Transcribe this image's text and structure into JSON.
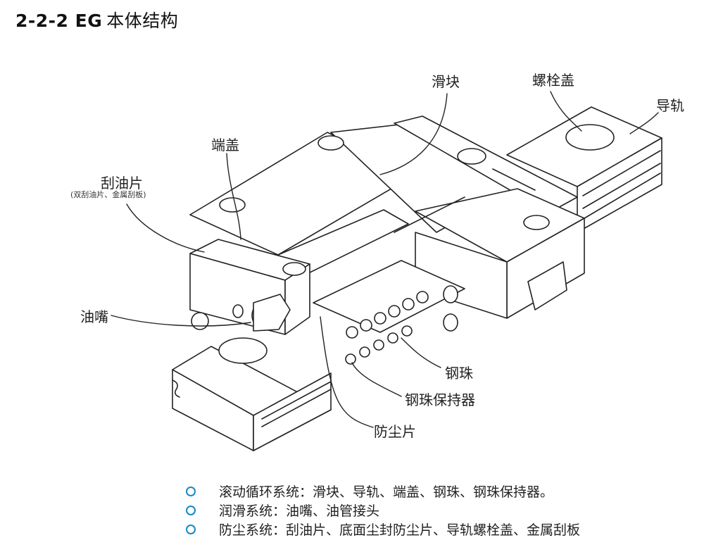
{
  "title": {
    "number": "2-2-2 EG",
    "text": "本体结构"
  },
  "labels": {
    "slider": "滑块",
    "bolt_cap": "螺栓盖",
    "rail": "导轨",
    "end_cap": "端盖",
    "scraper": "刮油片",
    "scraper_note": "(双刮油片、金属刮板)",
    "grease_nipple": "油嘴",
    "ball": "钢珠",
    "retainer": "钢珠保持器",
    "dust_seal": "防尘片"
  },
  "bullets": [
    "滚动循环系统：滑块、导轨、端盖、钢珠、钢珠保持器。",
    "润滑系统：油嘴、油管接头",
    "防尘系统：刮油片、底面尘封防尘片、导轨螺栓盖、金属刮板"
  ],
  "colors": {
    "bullet": "#1689c9",
    "line": "#222222"
  }
}
